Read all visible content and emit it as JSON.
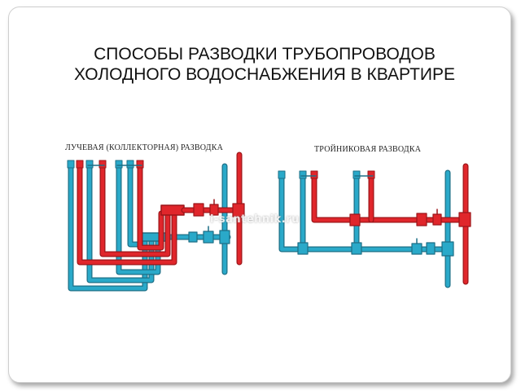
{
  "slide": {
    "title": "СПОСОБЫ РАЗВОДКИ ТРУБОПРОВОДОВ ХОЛОДНОГО ВОДОСНАБЖЕНИЯ В КВАРТИРЕ"
  },
  "diagram": {
    "left_caption": "ЛУЧЕВАЯ  (КОЛЛЕКТОРНАЯ) РАЗВОДКА",
    "right_caption": "ТРОЙНИКОВАЯ РАЗВОДКА",
    "watermark": "i-santehnik.ru",
    "colors": {
      "cold_pipe": "#2aa9c9",
      "hot_pipe": "#e0262b",
      "pipe_outline": "#1d6f86",
      "hot_outline": "#9c1519"
    }
  }
}
